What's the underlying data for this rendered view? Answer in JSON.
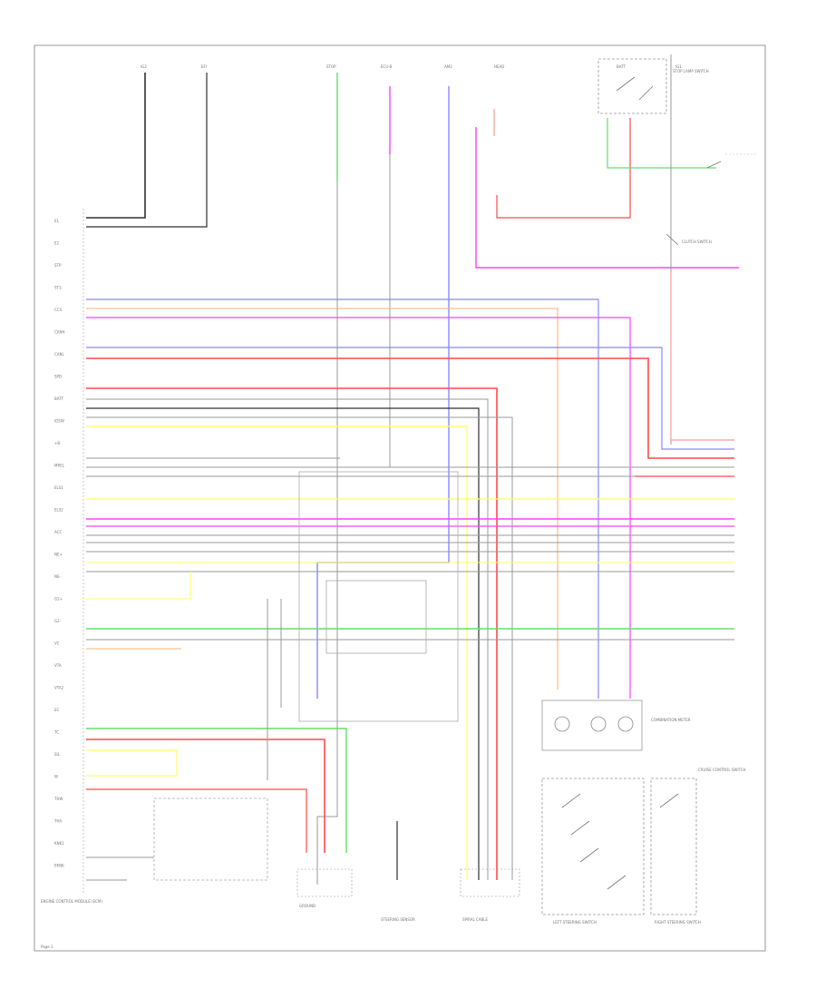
{
  "labels": {
    "ecm_name": "ENGINE CONTROL MODULE (ECM)",
    "page_ref": "Page 1",
    "left_switch": "LEFT STEERING SWITCH",
    "right_switch": "RIGHT STEERING SWITCH",
    "steering_sensor": "STEERING SENSOR",
    "spiral_cable": "SPIRAL CABLE",
    "combination_meter": "COMBINATION METER",
    "brake_lamp_switch": "STOP LAMP SWITCH",
    "clutch_switch": "CLUTCH SWITCH",
    "cruise_switch": "CRUISE CONTROL SWITCH",
    "ground": "GROUND"
  },
  "top_labels": [
    "IG2",
    "EFI",
    "STOP",
    "ECU-B",
    "AM2",
    "HEAD",
    "BATT",
    "IG1"
  ],
  "connector_pins": [
    "E1",
    "E2",
    "STP",
    "ST1-",
    "CCS",
    "CANH",
    "CANL",
    "SPD",
    "BATT",
    "IGSW",
    "+B",
    "MREL",
    "ELS1",
    "ELS2",
    "ACC",
    "NE+",
    "NE-",
    "G2+",
    "G2-",
    "VC",
    "VTA",
    "VTA2",
    "EC",
    "TC",
    "SIL",
    "W",
    "THW",
    "THA",
    "KNK1",
    "EKNK"
  ],
  "colors": {
    "black": "#303030",
    "gray": "#9a9a9a",
    "red": "#ff4a4a",
    "pink_red": "#ff9a9a",
    "magenta": "#ff40ff",
    "blue": "#8888ff",
    "green": "#66dd66",
    "yellow": "#ffff66",
    "orange": "#ffb070"
  }
}
